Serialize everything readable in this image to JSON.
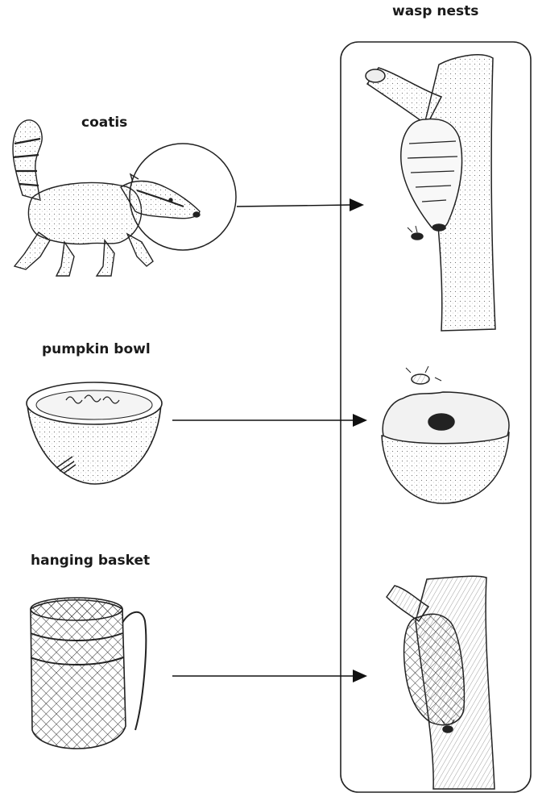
{
  "labels": {
    "wasp_nests": "wasp nests",
    "coatis": "coatis",
    "pumpkin_bowl": "pumpkin bowl",
    "hanging_basket": "hanging basket"
  }
}
